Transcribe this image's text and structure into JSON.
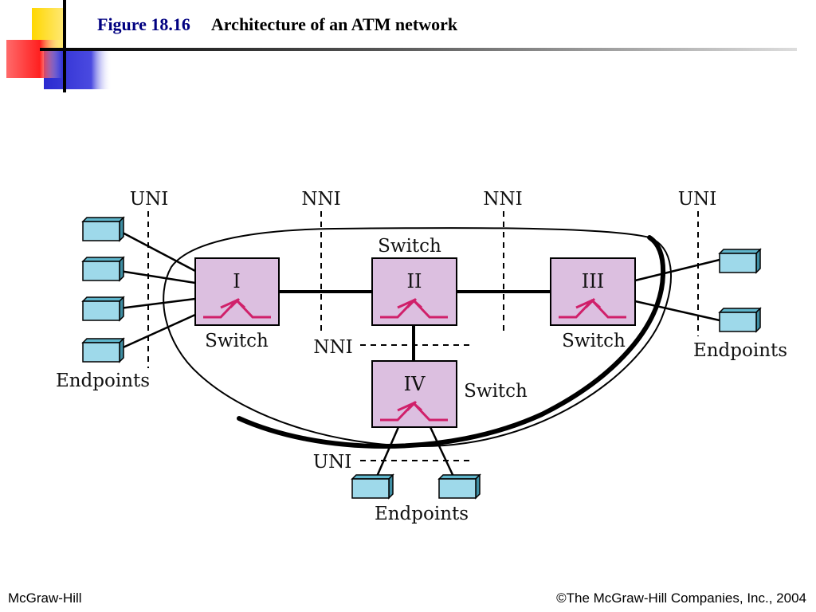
{
  "slide": {
    "figure_number": "Figure 18.16",
    "figure_title": "Architecture of an ATM network"
  },
  "diagram": {
    "interface_labels": {
      "uni_left": "UNI",
      "nni_left": "NNI",
      "nni_right": "NNI",
      "uni_right": "UNI",
      "nni_center": "NNI",
      "uni_bottom": "UNI"
    },
    "switches": [
      {
        "id": "I",
        "label": "I"
      },
      {
        "id": "II",
        "label": "II"
      },
      {
        "id": "III",
        "label": "III"
      },
      {
        "id": "IV",
        "label": "IV"
      }
    ],
    "switch_captions": {
      "top": "Switch",
      "left": "Switch",
      "right": "Switch",
      "bottom": "Switch"
    },
    "endpoint_captions": {
      "left": "Endpoints",
      "right": "Endpoints",
      "bottom": "Endpoints"
    },
    "colors": {
      "switch_fill": "#dcbfe0",
      "switch_symbol": "#d0206a",
      "endpoint_fill": "#9ed9ea",
      "accent_red": "#ff1a1a",
      "accent_yellow": "#ffcc00",
      "accent_blue": "#2a2ad0"
    }
  },
  "footer": {
    "left": "McGraw-Hill",
    "right": "©The McGraw-Hill Companies, Inc., 2004"
  }
}
